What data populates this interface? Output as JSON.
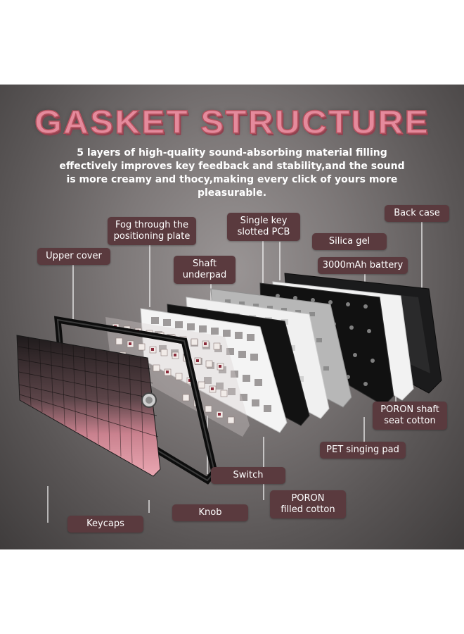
{
  "title": "GASKET STRUCTURE",
  "subtitle": "5 layers of high-quality sound-absorbing material filling effectively improves key feedback and stability,and the sound is more creamy and thocy,making every click of yours more pleasurable.",
  "labels": {
    "fog_plate": "Fog through the\npositioning plate",
    "single_key_pcb": "Single key\nslotted PCB",
    "back_case": "Back case",
    "silica_gel": "Silica gel",
    "upper_cover": "Upper cover",
    "shaft_underpad": "Shaft\nunderpad",
    "battery": "3000mAh battery",
    "poron_shaft": "PORON shaft\nseat cotton",
    "pet_pad": "PET singing pad",
    "switch": "Switch",
    "poron_filled": "PORON\nfilled cotton",
    "knob": "Knob",
    "keycaps": "Keycaps"
  },
  "colors": {
    "title_pink": "#e58a9c",
    "label_bg": "#5a3a3e",
    "keycap_dark": "#2a2426",
    "keycap_pink": "#e7a3ae"
  }
}
